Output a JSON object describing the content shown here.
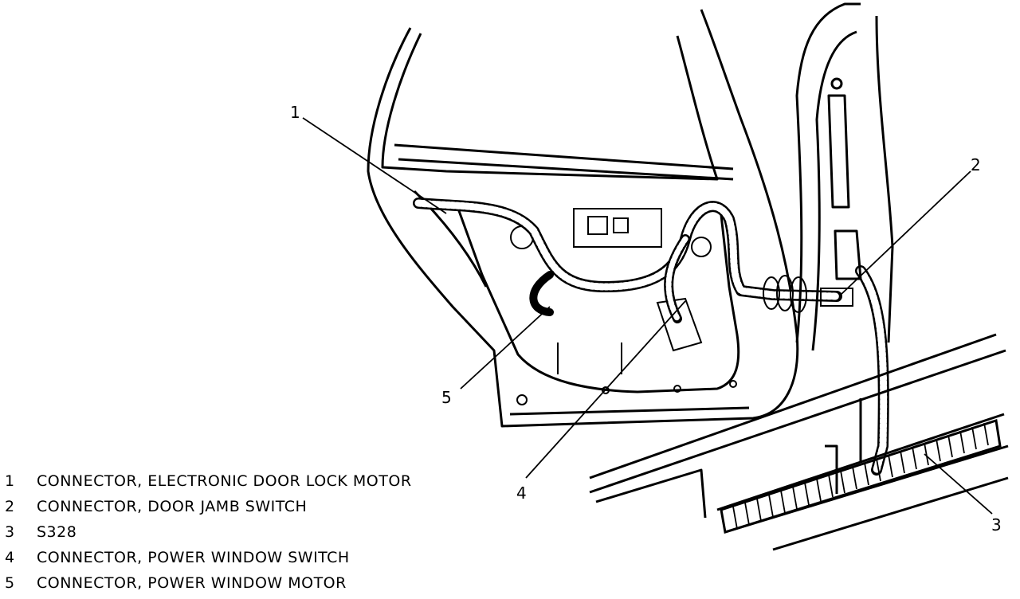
{
  "callouts": [
    "1",
    "2",
    "3",
    "4",
    "5"
  ],
  "legend": [
    {
      "number": "1",
      "label": "CONNECTOR, ELECTRONIC DOOR LOCK MOTOR"
    },
    {
      "number": "2",
      "label": "CONNECTOR, DOOR JAMB SWITCH"
    },
    {
      "number": "3",
      "label": "S328"
    },
    {
      "number": "4",
      "label": "CONNECTOR, POWER WINDOW SWITCH"
    },
    {
      "number": "5",
      "label": "CONNECTOR, POWER WINDOW MOTOR"
    }
  ]
}
